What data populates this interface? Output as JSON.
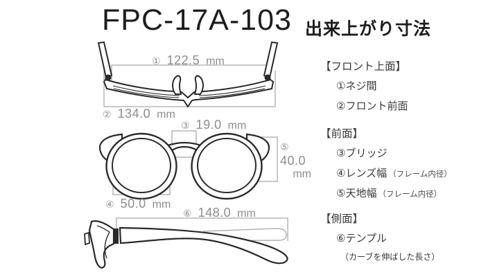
{
  "title": {
    "model": "FPC-17A-103",
    "note": "出来上がり寸法"
  },
  "measurements": [
    {
      "num": "①",
      "value": "122.5",
      "unit": "mm"
    },
    {
      "num": "②",
      "value": "134.0",
      "unit": "mm"
    },
    {
      "num": "③",
      "value": "19.0",
      "unit": "mm"
    },
    {
      "num": "④",
      "value": "50.0",
      "unit": "mm"
    },
    {
      "num": "⑤",
      "value": "40.0",
      "unit": "mm"
    },
    {
      "num": "⑥",
      "value": "148.0",
      "unit": "mm"
    }
  ],
  "legend": {
    "sections": [
      {
        "heading": "【フロント上面】",
        "items": [
          {
            "num": "①",
            "label": "ネジ間",
            "note": ""
          },
          {
            "num": "②",
            "label": "フロント前面",
            "note": ""
          }
        ]
      },
      {
        "heading": "【前面】",
        "items": [
          {
            "num": "③",
            "label": "ブリッジ",
            "note": ""
          },
          {
            "num": "④",
            "label": "レンズ幅",
            "note": "（フレーム内径）"
          },
          {
            "num": "⑤",
            "label": "天地幅",
            "note": "（フレーム内径）"
          }
        ]
      },
      {
        "heading": "【側面】",
        "items": [
          {
            "num": "⑥",
            "label": "テンプル",
            "note": ""
          }
        ],
        "footnote": "（カーブを伸ばした長さ）"
      }
    ]
  },
  "colors": {
    "background": "#ffffff",
    "frame_outline": "#2a2a2a",
    "dimension_line": "#ababab",
    "dimension_text": "#8d8d8d",
    "legend_text": "#3a3a3a",
    "title_text": "#1d1d1d"
  }
}
